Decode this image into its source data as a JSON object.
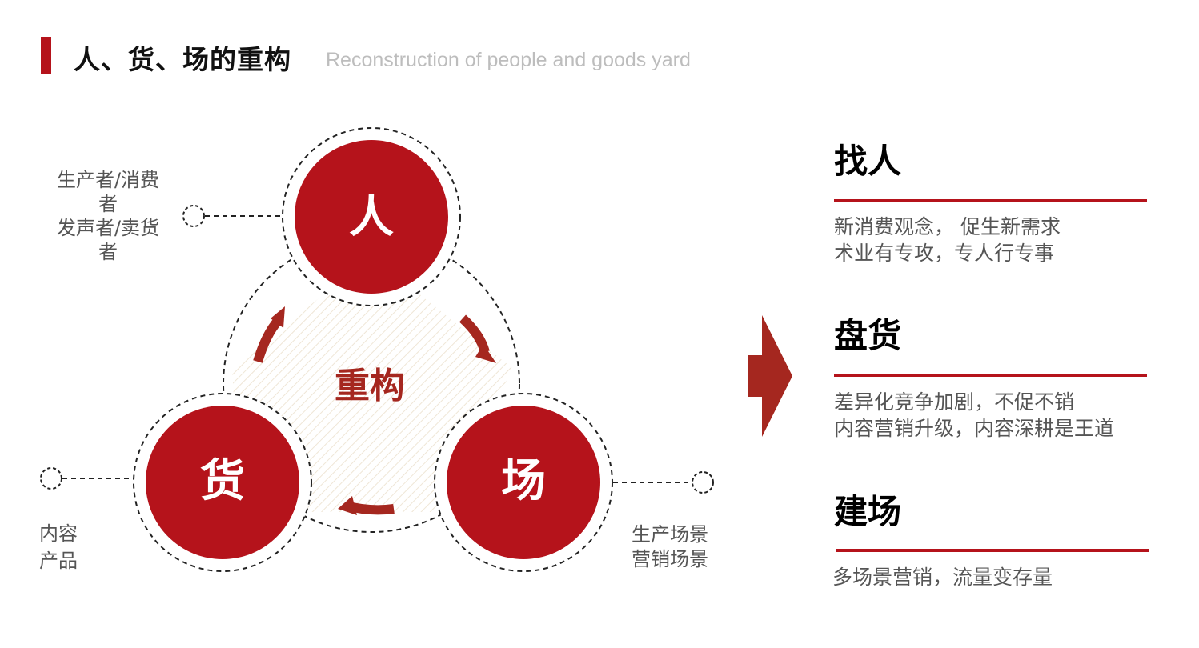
{
  "header": {
    "title": "人、货、场的重构",
    "subtitle": "Reconstruction of people and goods yard"
  },
  "diagram": {
    "center_label": "重构",
    "nodes": [
      {
        "id": "people",
        "label": "人",
        "annotation": [
          "生产者/消费",
          "者",
          "发声者/卖货",
          "者"
        ]
      },
      {
        "id": "goods",
        "label": "货",
        "annotation": [
          "内容",
          "产品"
        ]
      },
      {
        "id": "scene",
        "label": "场",
        "annotation": [
          "生产场景",
          "营销场景"
        ]
      }
    ],
    "colors": {
      "accent": "#b5131b",
      "arrow": "#a5271f",
      "text": "#555555"
    }
  },
  "sections": [
    {
      "heading": "找人",
      "lines": [
        "新消费观念， 促生新需求",
        "术业有专攻，专人行专事"
      ]
    },
    {
      "heading": "盘货",
      "lines": [
        "差异化竞争加剧，不促不销",
        "内容营销升级，内容深耕是王道"
      ]
    },
    {
      "heading": "建场",
      "lines": [
        "多场景营销，流量变存量"
      ]
    }
  ]
}
